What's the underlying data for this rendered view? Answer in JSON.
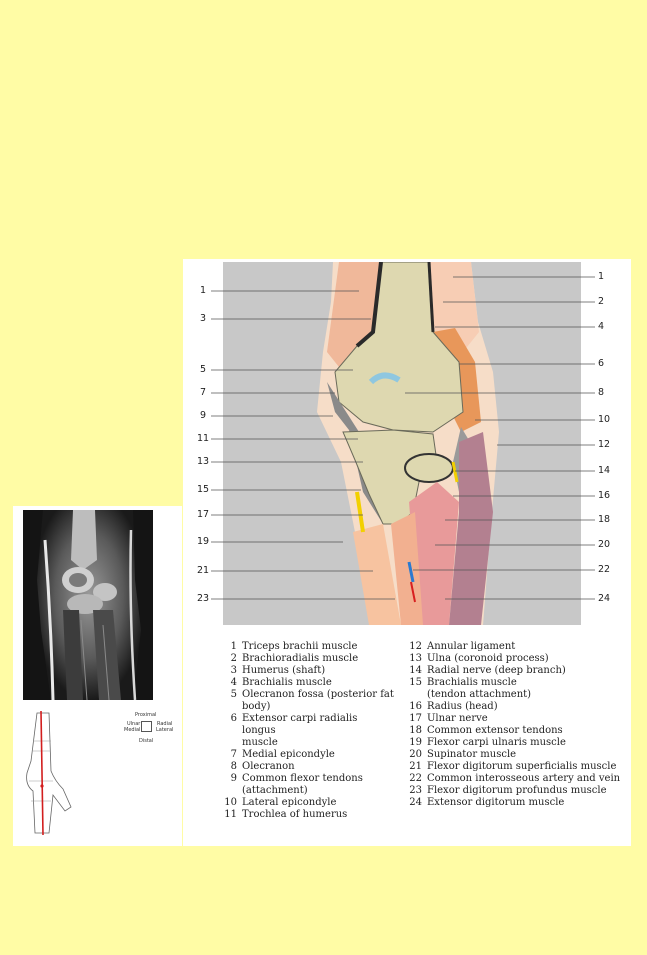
{
  "orientation": {
    "proximal": "Proximal",
    "distal": "Distal",
    "ulnar_medial": [
      "Ulnar",
      "Medial"
    ],
    "radial_lateral": [
      "Radial",
      "Lateral"
    ]
  },
  "left_numbers": [
    "1",
    "3",
    "5",
    "7",
    "9",
    "11",
    "13",
    "15",
    "17",
    "19",
    "21",
    "23"
  ],
  "right_numbers": [
    "1",
    "2",
    "4",
    "6",
    "8",
    "10",
    "12",
    "14",
    "16",
    "18",
    "20",
    "22",
    "24"
  ],
  "legend_left": [
    {
      "n": "1",
      "t": "Triceps brachii muscle"
    },
    {
      "n": "2",
      "t": "Brachioradialis muscle"
    },
    {
      "n": "3",
      "t": "Humerus (shaft)"
    },
    {
      "n": "4",
      "t": "Brachialis muscle"
    },
    {
      "n": "5",
      "t": "Olecranon fossa (posterior fat",
      "t2": "body)"
    },
    {
      "n": "6",
      "t": "Extensor carpi radialis longus",
      "t2": "muscle"
    },
    {
      "n": "7",
      "t": "Medial epicondyle"
    },
    {
      "n": "8",
      "t": "Olecranon"
    },
    {
      "n": "9",
      "t": "Common flexor tendons",
      "t2": "(attachment)"
    },
    {
      "n": "10",
      "t": "Lateral epicondyle"
    },
    {
      "n": "11",
      "t": "Trochlea of humerus"
    }
  ],
  "legend_right": [
    {
      "n": "12",
      "t": "Annular ligament"
    },
    {
      "n": "13",
      "t": "Ulna (coronoid process)"
    },
    {
      "n": "14",
      "t": "Radial nerve (deep branch)"
    },
    {
      "n": "15",
      "t": "Brachialis muscle",
      "t2": "(tendon attachment)"
    },
    {
      "n": "16",
      "t": "Radius (head)"
    },
    {
      "n": "17",
      "t": "Ulnar nerve"
    },
    {
      "n": "18",
      "t": "Common extensor tendons"
    },
    {
      "n": "19",
      "t": "Flexor carpi ulnaris muscle"
    },
    {
      "n": "20",
      "t": "Supinator muscle"
    },
    {
      "n": "21",
      "t": "Flexor digitorum superficialis muscle"
    },
    {
      "n": "22",
      "t": "Common interosseous artery and vein"
    },
    {
      "n": "23",
      "t": "Flexor digitorum profundus muscle"
    },
    {
      "n": "24",
      "t": "Extensor digitorum muscle"
    }
  ]
}
